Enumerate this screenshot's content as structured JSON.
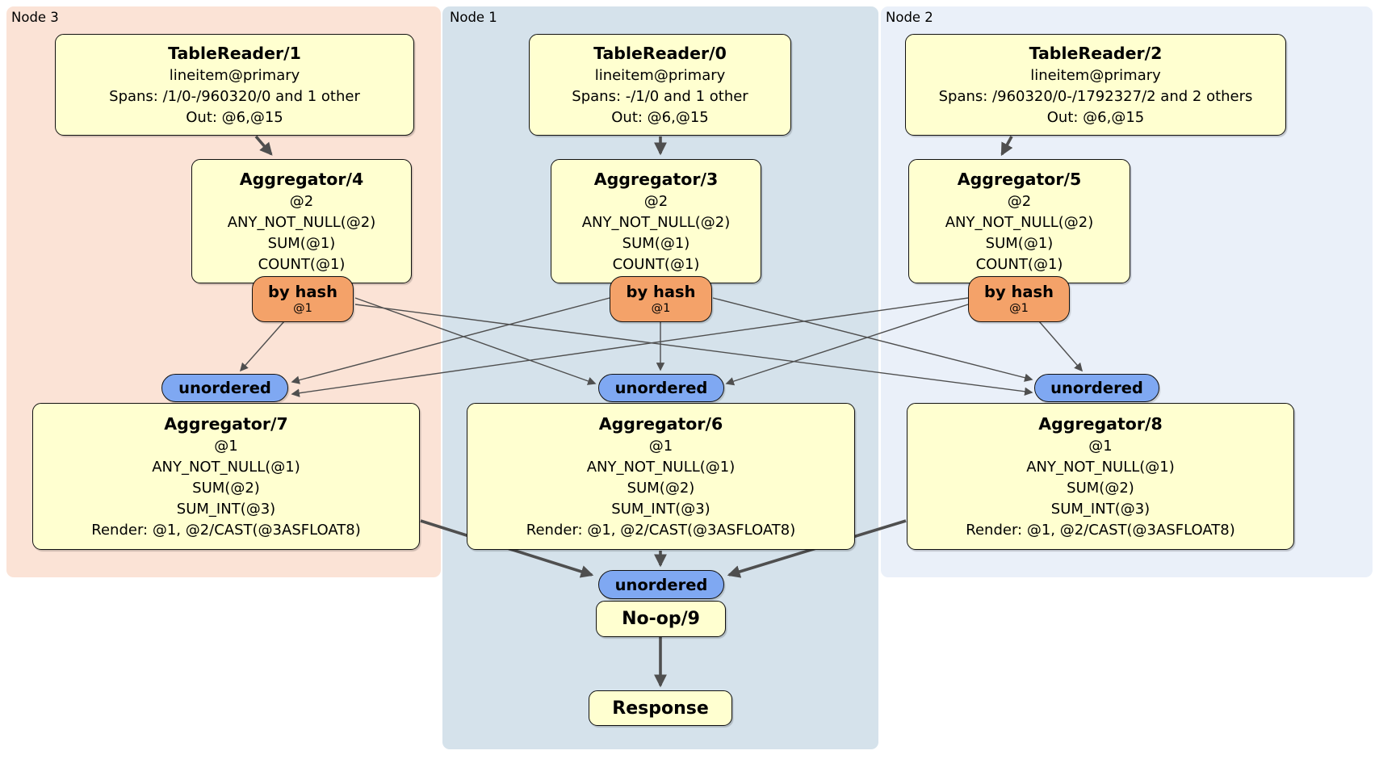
{
  "panels": [
    {
      "label": "Node 3",
      "bg": "#fbe3d6"
    },
    {
      "label": "Node 1",
      "bg": "#d5e2eb"
    },
    {
      "label": "Node 2",
      "bg": "#eaf0f9"
    }
  ],
  "processors": {
    "tablereader1": {
      "title": "TableReader/1",
      "lines": [
        "lineitem@primary",
        "Spans: /1/0-/960320/0 and 1 other",
        "Out: @6,@15"
      ]
    },
    "tablereader0": {
      "title": "TableReader/0",
      "lines": [
        "lineitem@primary",
        "Spans: -/1/0 and 1 other",
        "Out: @6,@15"
      ]
    },
    "tablereader2": {
      "title": "TableReader/2",
      "lines": [
        "lineitem@primary",
        "Spans: /960320/0-/1792327/2 and 2 others",
        "Out: @6,@15"
      ]
    },
    "aggregator4": {
      "title": "Aggregator/4",
      "lines": [
        "@2",
        "ANY_NOT_NULL(@2)",
        "SUM(@1)",
        "COUNT(@1)"
      ]
    },
    "aggregator3": {
      "title": "Aggregator/3",
      "lines": [
        "@2",
        "ANY_NOT_NULL(@2)",
        "SUM(@1)",
        "COUNT(@1)"
      ]
    },
    "aggregator5": {
      "title": "Aggregator/5",
      "lines": [
        "@2",
        "ANY_NOT_NULL(@2)",
        "SUM(@1)",
        "COUNT(@1)"
      ]
    },
    "aggregator7": {
      "title": "Aggregator/7",
      "lines": [
        "@1",
        "ANY_NOT_NULL(@1)",
        "SUM(@2)",
        "SUM_INT(@3)",
        "Render: @1, @2/CAST(@3ASFLOAT8)"
      ]
    },
    "aggregator6": {
      "title": "Aggregator/6",
      "lines": [
        "@1",
        "ANY_NOT_NULL(@1)",
        "SUM(@2)",
        "SUM_INT(@3)",
        "Render: @1, @2/CAST(@3ASFLOAT8)"
      ]
    },
    "aggregator8": {
      "title": "Aggregator/8",
      "lines": [
        "@1",
        "ANY_NOT_NULL(@1)",
        "SUM(@2)",
        "SUM_INT(@3)",
        "Render: @1, @2/CAST(@3ASFLOAT8)"
      ]
    },
    "noop9": {
      "title": "No-op/9"
    },
    "response": {
      "title": "Response"
    }
  },
  "routers": {
    "byhash_label": "by hash",
    "byhash_sub": "@1"
  },
  "syncs": {
    "unordered_label": "unordered"
  },
  "colors": {
    "panel_node3": "#fbe3d6",
    "panel_node1": "#d5e2eb",
    "panel_node2": "#eaf0f9",
    "processor_fill": "#ffffd0",
    "router_fill": "#f4a269",
    "sync_fill": "#7fa8f2",
    "edge": "#4f4f4f"
  }
}
